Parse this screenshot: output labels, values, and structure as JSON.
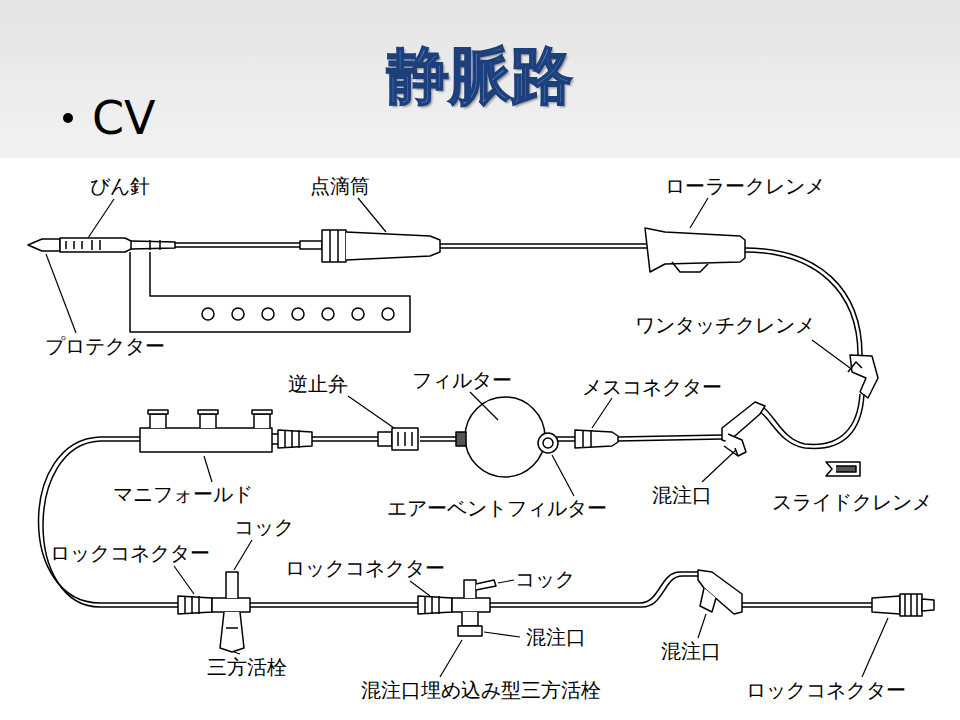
{
  "diagram": {
    "title": "静脈路",
    "labels": [
      "CV",
      "びん針",
      "点滴筒",
      "ローラークレンメ",
      "プロテクター",
      "ワンタッチクレンメ",
      "逆止弁",
      "フィルター",
      "メスコネクター",
      "マニフォールド",
      "混注口",
      "スライドクレンメ",
      "エアーベントフィルター",
      "コック",
      "ロックコネクター",
      "ロックコネクター",
      "コック",
      "混注口",
      "混注口",
      "三方活栓",
      "混注口埋め込み型三方活栓",
      "ロックコネクター"
    ]
  }
}
